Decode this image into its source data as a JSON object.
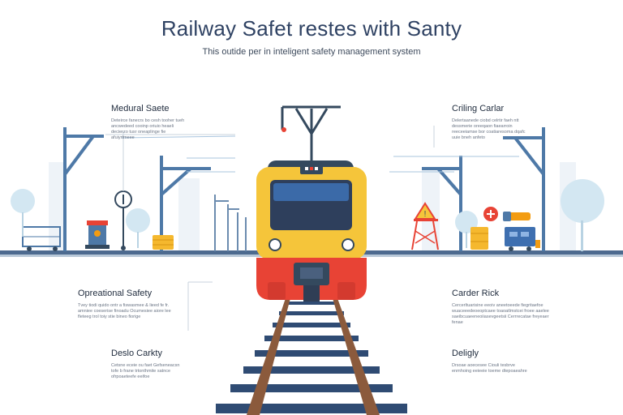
{
  "header": {
    "title": "Railway Safet restes with Santy",
    "subtitle": "This outide per in inteligent safety management system"
  },
  "panels": {
    "top_left": {
      "title": "Medural Saete",
      "body": "Deteirce fanecrs bo cesh tooher tueh ancwedeed cooinp oriuio heaeli decierzo tusr oneaplinge fie afuiyrtmeee"
    },
    "top_right": {
      "title": "Criling Carlar",
      "body": "Delertaanede ciobd celrtir faeh ntt dessmerie oreeqaon fiaearroin reeceeiamse bor coatiaresoma dqafc uuie bneh anfeto"
    },
    "mid_left": {
      "title": "Opreational Safety",
      "body": "Tvey tiodi quido ontr a fiswasmee & lieed fe fr. amniee coeserise finoadu Ocumesiee aiore lee fleteeg trol toiy stie bineo fiorige"
    },
    "mid_right": {
      "title": "Carder Rick",
      "body": "Cercerltuarisine eeoiv aneetoeede fiegritaefoe wuaceeedeoeoptcaee toaoatlmstcei froee aaelee saeibcuaeeneoiiasevgeetsii Cerrrecatae freyeaer fenae"
    },
    "bot_left": {
      "title": "Deslo Carkty",
      "body": "Cetsne eceie ou faet Gefseneacsn tofe b frane trtonthmite satnce ofrpoaeteefe eeifoe"
    },
    "bot_right": {
      "title": "Deligly",
      "body": "Drsoae aoecesee Ciouli tesbrve enmhoing eeieeie toeme dtepoaeahre"
    }
  },
  "train": {
    "display_text": "■■■"
  },
  "colors": {
    "navy": "#34495e",
    "train_yellow": "#f5c53a",
    "train_red": "#e84335",
    "window": "#2e4a7d",
    "steel_blue": "#4e79a7",
    "light_blue": "#cfe5f0",
    "track_brown": "#8b5a3c",
    "sleeper_navy": "#2f4b73",
    "orange": "#f39c12",
    "ground_line": "#4d6a8f"
  }
}
